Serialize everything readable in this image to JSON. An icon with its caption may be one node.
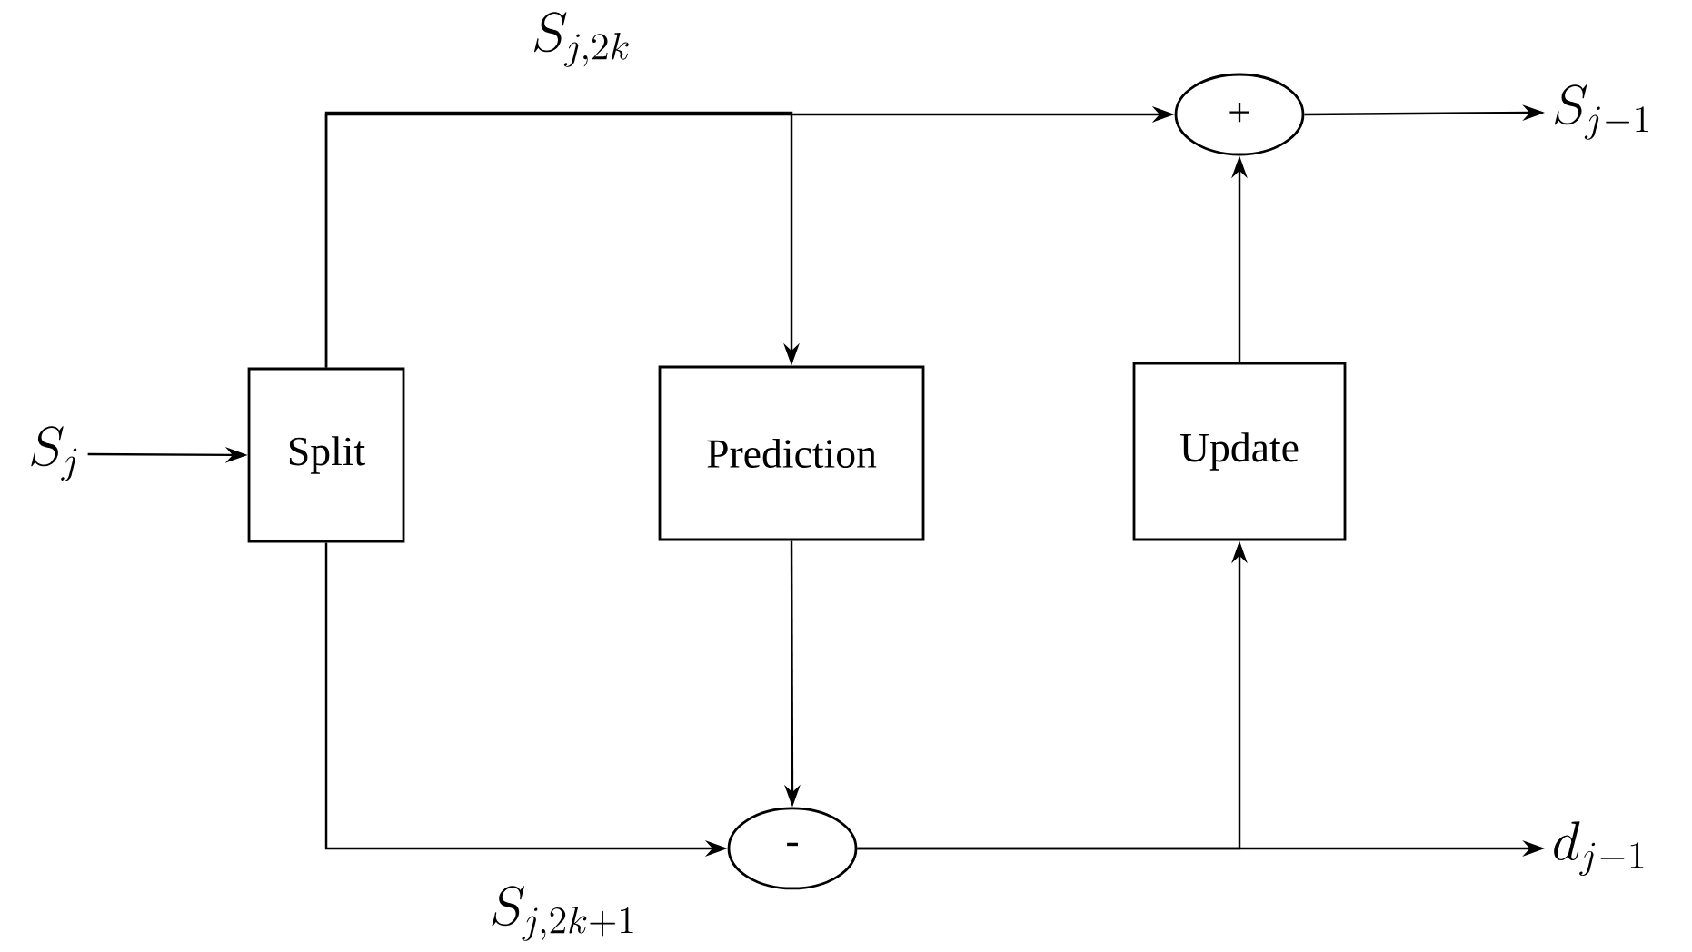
{
  "diagram": {
    "nodes": [
      {
        "text": [
          "Split"
        ]
      },
      {
        "text": [
          "Prediction"
        ]
      },
      {
        "text": [
          "Update"
        ]
      },
      {
        "text": [
          "+"
        ]
      },
      {
        "text": [
          "-"
        ]
      },
      {
        "text": [
          "S_j"
        ]
      },
      {
        "text": [
          "S_{j-1}"
        ]
      },
      {
        "text": [
          "d_{j-1}"
        ]
      }
    ],
    "edges": [
      {
        "from": 5,
        "to": 0,
        "arrow": "to"
      },
      {
        "from": 0,
        "to": 3,
        "arrow": "to",
        "label": "S_{j,2k}"
      },
      {
        "from": 0,
        "to": 1,
        "arrow": "to"
      },
      {
        "from": 0,
        "to": 4,
        "arrow": "to",
        "label": "S_{j,2k+1}"
      },
      {
        "from": 1,
        "to": 4,
        "arrow": "to"
      },
      {
        "from": 4,
        "to": 7,
        "arrow": "to"
      },
      {
        "from": 4,
        "to": 2,
        "arrow": "to"
      },
      {
        "from": 2,
        "to": 3,
        "arrow": "to"
      },
      {
        "from": 3,
        "to": 6,
        "arrow": "to"
      }
    ]
  }
}
